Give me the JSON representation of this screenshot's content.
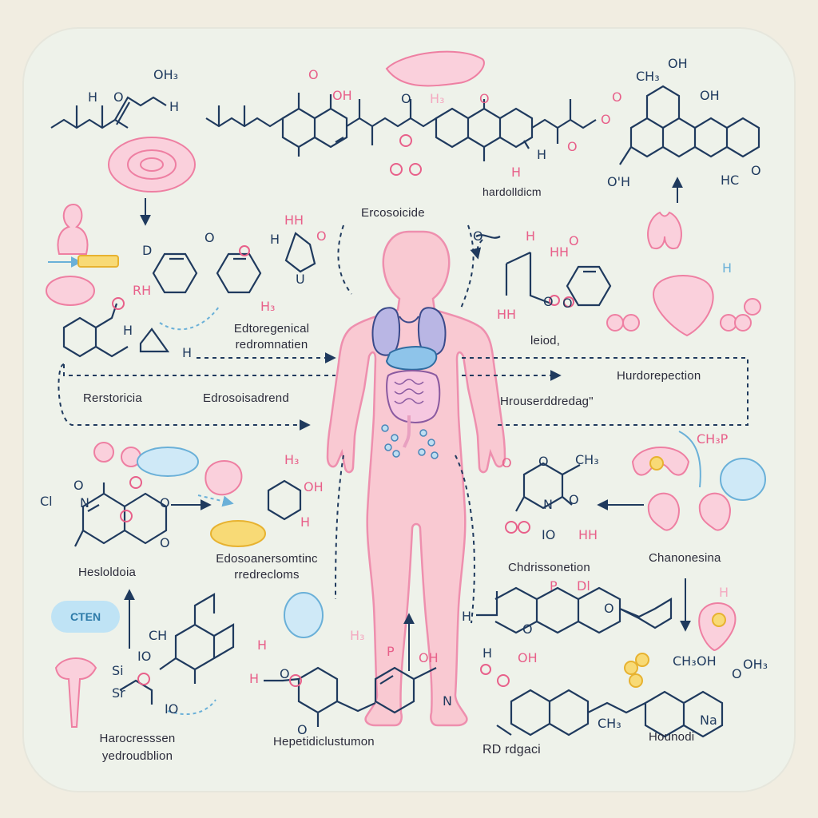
{
  "labels": {
    "hardolldicm": "hardolldicm",
    "ercosoicide": "Ercosoicide",
    "edtoregenical": "Edtoregenical\nredromnatien",
    "restoricia": "Rerstoricia",
    "edrosoisadrend": "Edrosoisadrend",
    "leiod": "leiod,",
    "hurdorepection": "Hurdorepection",
    "housrdredag": "Hrouserddredag\"",
    "hesloldoia": "Hesloldoia",
    "edosoanersomtinc": "Edosoanersomtinc\nrredrecloms",
    "chdrissonetion": "Chdrissonetion",
    "chanonesina": "Chanonesina",
    "cten": "CTEN",
    "harocresssen": "Harocresssen\nyedroudblion",
    "hepetidiclustumon": "Hepetidiclustumon",
    "rd_rdgaci": "RD  rdgaci",
    "hounodi": "Hounodi"
  },
  "atoms": {
    "oh3_top": "OH₃",
    "h_left": "H",
    "o_left": "O",
    "h_left2": "H",
    "oh_center": "OH",
    "o_center": "O",
    "h3_center": "H₃",
    "o_center2": "O",
    "o_chain": "O",
    "o_chain2": "O",
    "o_chain3": "O",
    "ch_top": "CH₃",
    "oh_topright": "OH",
    "oh_right": "OH",
    "o_right": "O",
    "h_right": "H",
    "oh_bottomright": "O'H",
    "hc": "HC",
    "o_right2": "O",
    "h_center_bot": "H",
    "d_label": "D",
    "o_ring": "O",
    "hh": "HH",
    "h_mid": "H",
    "o_mid": "O",
    "u_mid": "U",
    "rh": "RH",
    "h3_mid": "H₃",
    "hr": "H",
    "h_mid2": "H",
    "hh_right": "HH",
    "h_right2": "H",
    "o_right3": "O",
    "o_right4": "O",
    "hh_right2": "HH",
    "o_right5": "O",
    "o_right6": "O",
    "h_right3": "H",
    "chp": "CH₃P",
    "ch3_right": "CH₃",
    "o_r7": "O",
    "n_r": "N",
    "o_r8": "O",
    "o_r9": "O",
    "io": "IO",
    "hh_r": "HH",
    "cl": "Cl",
    "n_l": "N",
    "o_l": "O",
    "o_l2": "O",
    "o_l3": "O",
    "h3_l": "H₃",
    "oh_l": "OH",
    "h_l": "H",
    "ch_bl": "CH",
    "io_bl": "IO",
    "si": "Si",
    "sr": "Sr",
    "h_bl": "H",
    "io_bl2": "IO",
    "h_bc": "H",
    "p_bc": "P",
    "oh_bc": "OH",
    "h3_bc": "H₃",
    "o_bc": "O",
    "o_bc2": "O",
    "n_bc": "N",
    "h_bc2": "H",
    "oh_bc2": "OH",
    "p_br": "P",
    "dl_br": "Dl",
    "h_br": "H",
    "o_br": "O",
    "o_br2": "O",
    "ch3_br": "CH₃",
    "ch_br": "CH₃",
    "oh_br": "OH",
    "oh3_br": "OH₃",
    "o_br3": "O",
    "na": "Na",
    "h_br2": "H"
  }
}
